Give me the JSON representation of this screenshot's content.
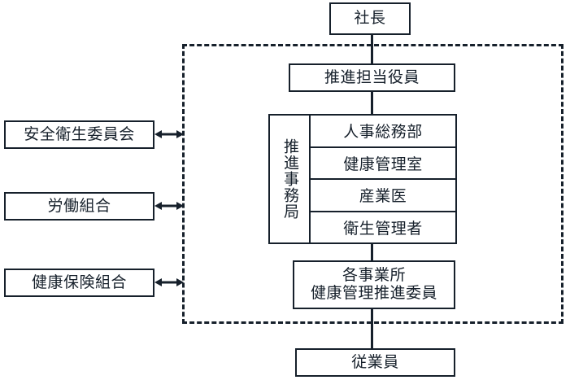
{
  "diagram": {
    "title_boxes": {
      "president": "社長",
      "promotion_officer": "推進担当役員",
      "employees": "従業員"
    },
    "external_boxes": [
      {
        "label": "安全衛生委員会",
        "arrow": "double-headed-arrow"
      },
      {
        "label": "労働組合",
        "arrow": "double-headed-arrow"
      },
      {
        "label": "健康保険組合",
        "arrow": "double-headed-arrow"
      }
    ],
    "office_group": {
      "label": "推進事務局",
      "rows": [
        "人事総務部",
        "健康管理室",
        "産業医",
        "衛生管理者"
      ]
    },
    "site_committee": {
      "line1": "各事業所",
      "line2": "健康管理推進委員"
    },
    "colors": {
      "stroke": "#16202b",
      "background": "#ffffff"
    }
  }
}
